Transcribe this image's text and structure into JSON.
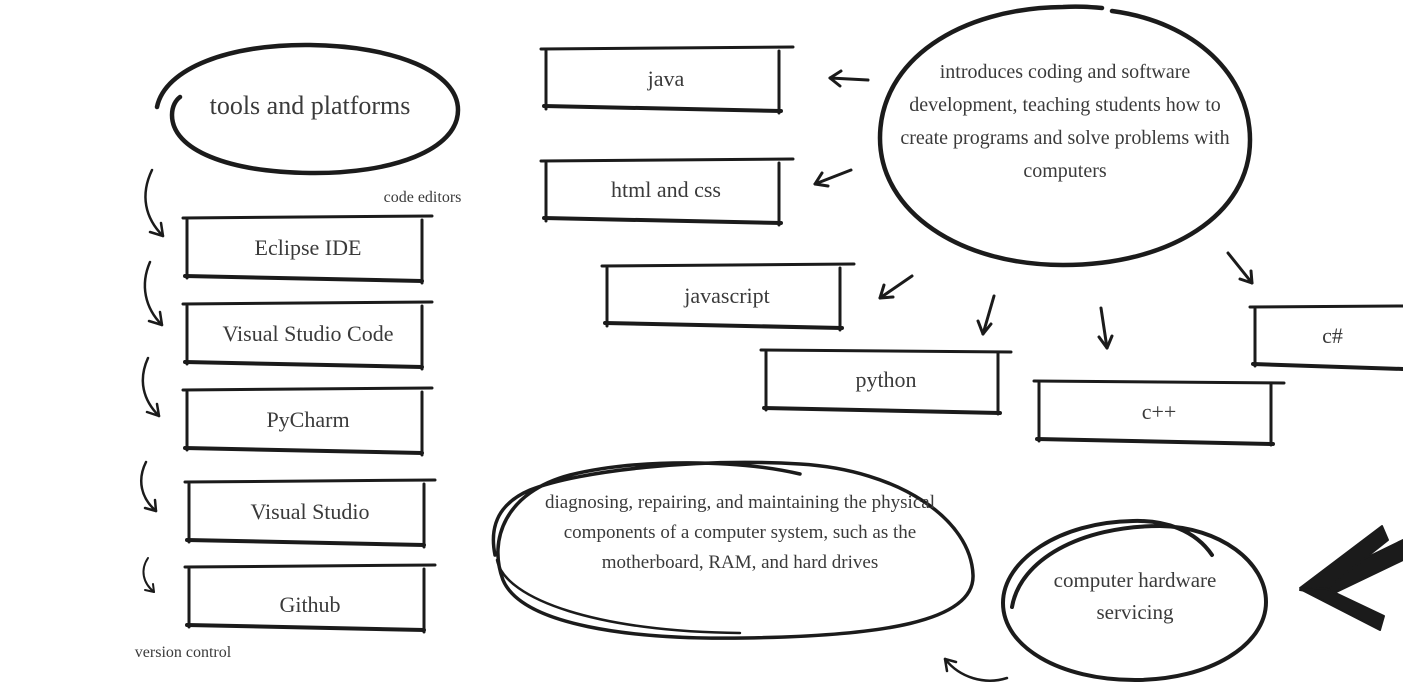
{
  "colors": {
    "ink": "#1b1b1b",
    "text": "#3a3a3a",
    "background": "#ffffff"
  },
  "tools": {
    "title": "tools and platforms",
    "code_editors_label": "code editors",
    "version_control_label": "version control",
    "items": [
      "Eclipse IDE",
      "Visual Studio Code",
      "PyCharm",
      "Visual Studio",
      "Github"
    ]
  },
  "programming": {
    "description": "introduces coding and software development, teaching students how to create programs and solve problems with computers",
    "languages": [
      "java",
      "html and css",
      "javascript",
      "python",
      "c++",
      "c#"
    ]
  },
  "hardware": {
    "title": "computer hardware servicing",
    "description": "diagnosing, repairing, and maintaining  the physical components of a computer system, such as the motherboard, RAM, and hard drives"
  }
}
